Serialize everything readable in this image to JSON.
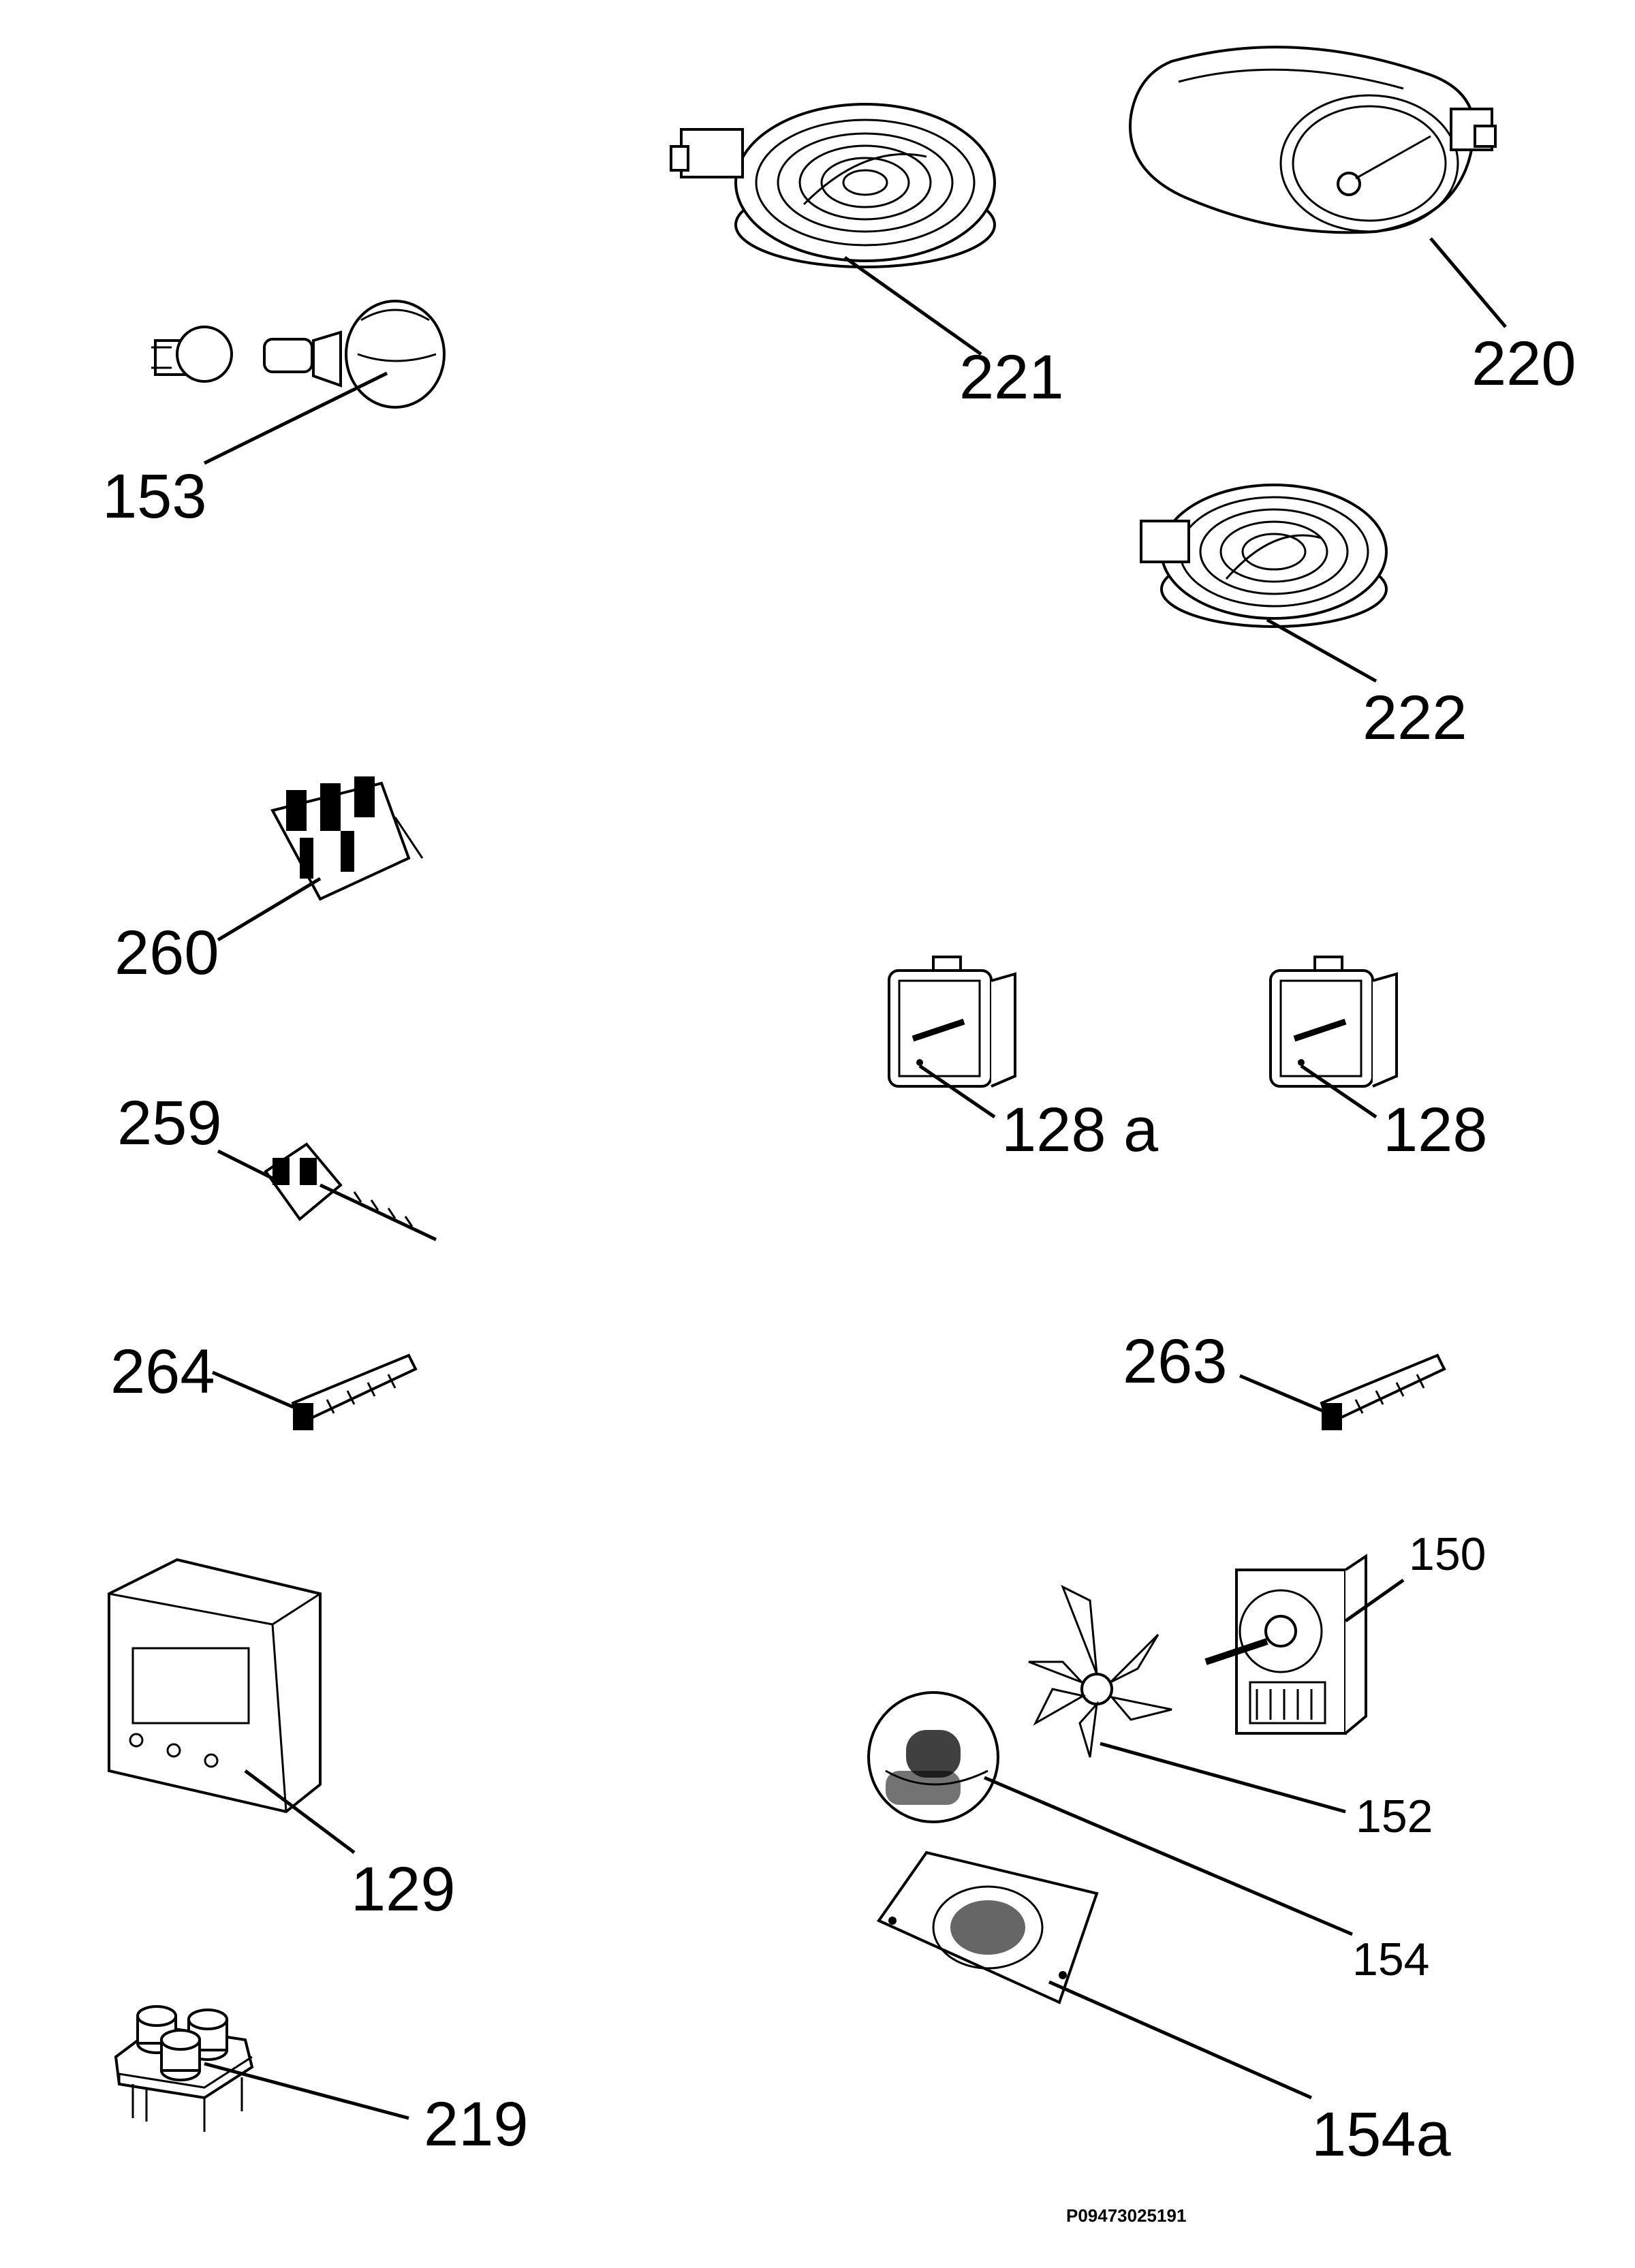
{
  "callouts": {
    "c153": "153",
    "c221": "221",
    "c220": "220",
    "c222": "222",
    "c260": "260",
    "c259": "259",
    "c128a": "128 a",
    "c128": "128",
    "c264": "264",
    "c263": "263",
    "c150": "150",
    "c152": "152",
    "c154": "154",
    "c129": "129",
    "c154a": "154a",
    "c219": "219"
  },
  "reference": "P09473025191"
}
